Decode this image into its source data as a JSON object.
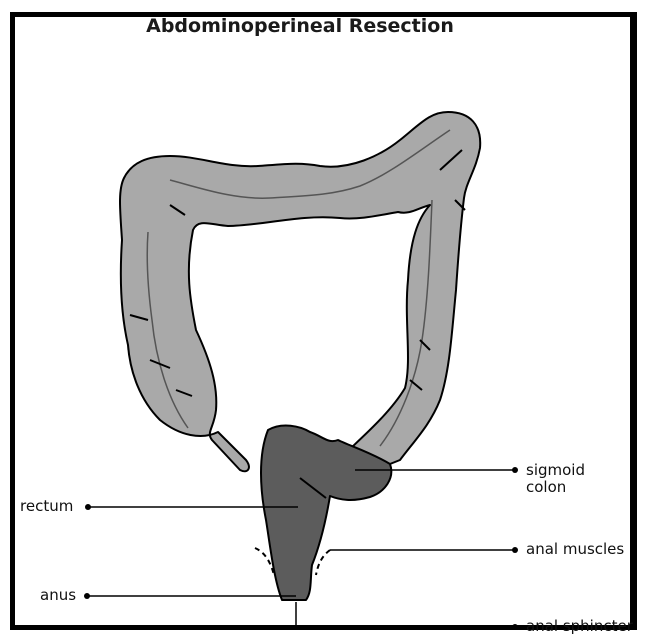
{
  "title": "Abdominoperineal Resection",
  "labels": {
    "sigmoid_colon": [
      "sigmoid",
      "colon"
    ],
    "rectum": "rectum",
    "anal_muscles": "anal muscles",
    "anus": "anus",
    "anal_sphincter": "anal sphincter"
  },
  "colors": {
    "colon_fill": "#a9a9a9",
    "resected_fill": "#5c5c5c",
    "outline": "#000000"
  }
}
